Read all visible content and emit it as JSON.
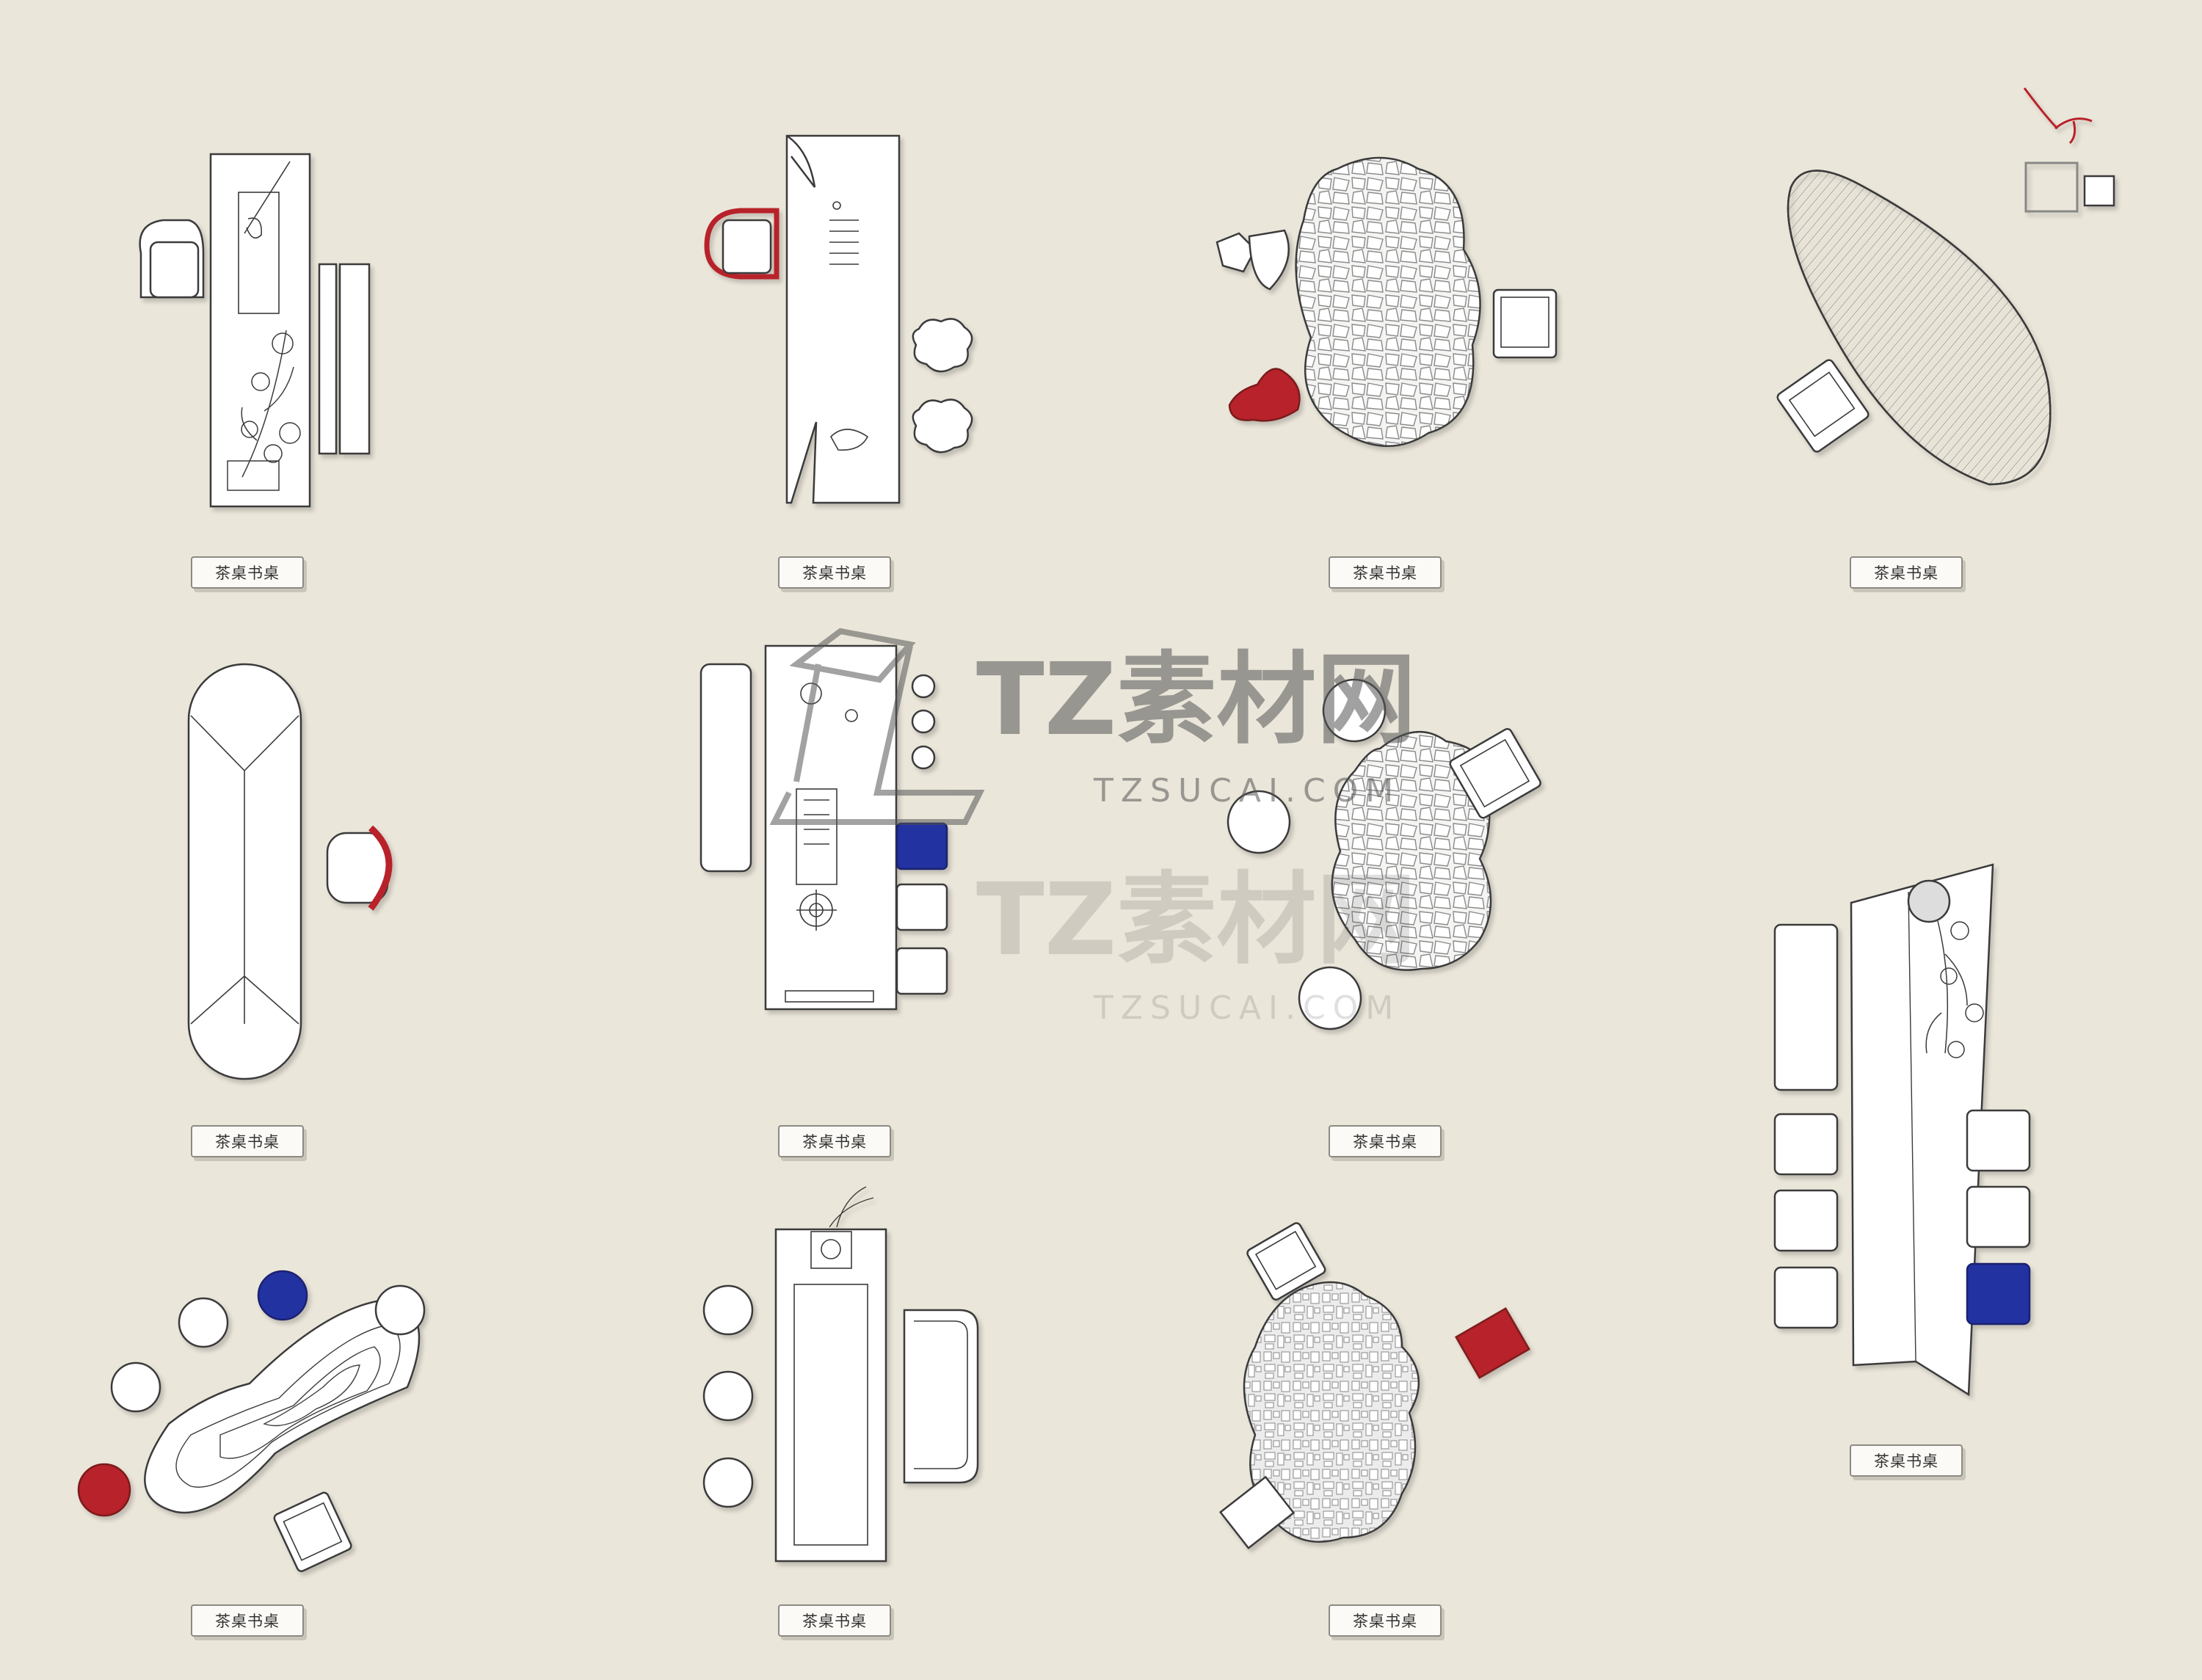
{
  "labels": [
    "茶桌书桌",
    "茶桌书桌",
    "茶桌书桌",
    "茶桌书桌",
    "茶桌书桌",
    "茶桌书桌",
    "茶桌书桌",
    "茶桌书桌",
    "茶桌书桌",
    "茶桌书桌",
    "茶桌书桌"
  ],
  "watermark": {
    "cn": "TZ素材网",
    "en": "TZSUCAI.COM"
  },
  "colors": {
    "background": "#ebe6da",
    "line": "#3a3a3a",
    "furniture": "#ffffff",
    "red": "#b8232b",
    "blue": "#2433a0"
  }
}
